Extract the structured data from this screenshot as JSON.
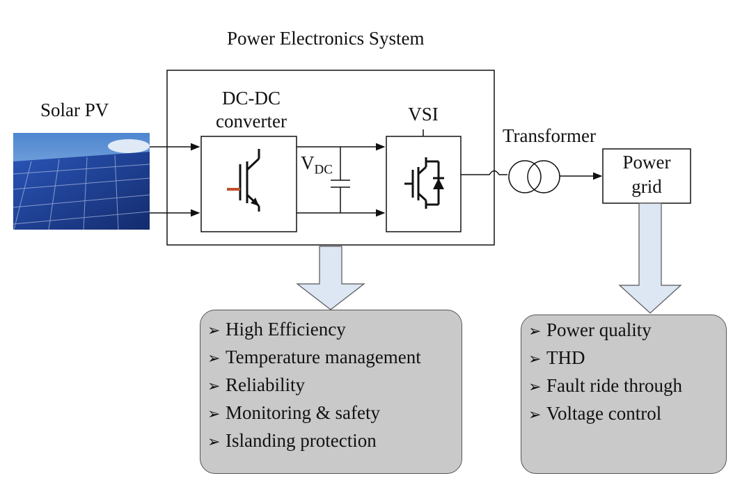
{
  "title": "Power Electronics System",
  "solar_label": "Solar PV",
  "dcdc_label_line1": "DC-DC",
  "dcdc_label_line2": "converter",
  "vsi_label": "VSI",
  "vdc_main": "V",
  "vdc_sub": "DC",
  "transformer_label": "Transformer",
  "grid_label_line1": "Power",
  "grid_label_line2": "grid",
  "bullet_glyph": "➢",
  "left_requirements": [
    "High Efficiency",
    "Temperature management",
    "Reliability",
    "Monitoring & safety",
    "Islanding protection"
  ],
  "right_requirements": [
    "Power quality",
    "THD",
    "Fault ride through",
    "Voltage control"
  ],
  "colors": {
    "line": "#111111",
    "panel_box": "#c9c9c9",
    "big_arrow_fill": "#dde6f3",
    "igbt_gate_accent": "#c0502a",
    "pv_sky": "#6f9fd8",
    "pv_cells": "#1f3f8f"
  },
  "icons": [
    "solar-panel-photo",
    "igbt-symbol",
    "igbt-diode-symbol",
    "transformer-symbol",
    "capacitor-symbol"
  ]
}
